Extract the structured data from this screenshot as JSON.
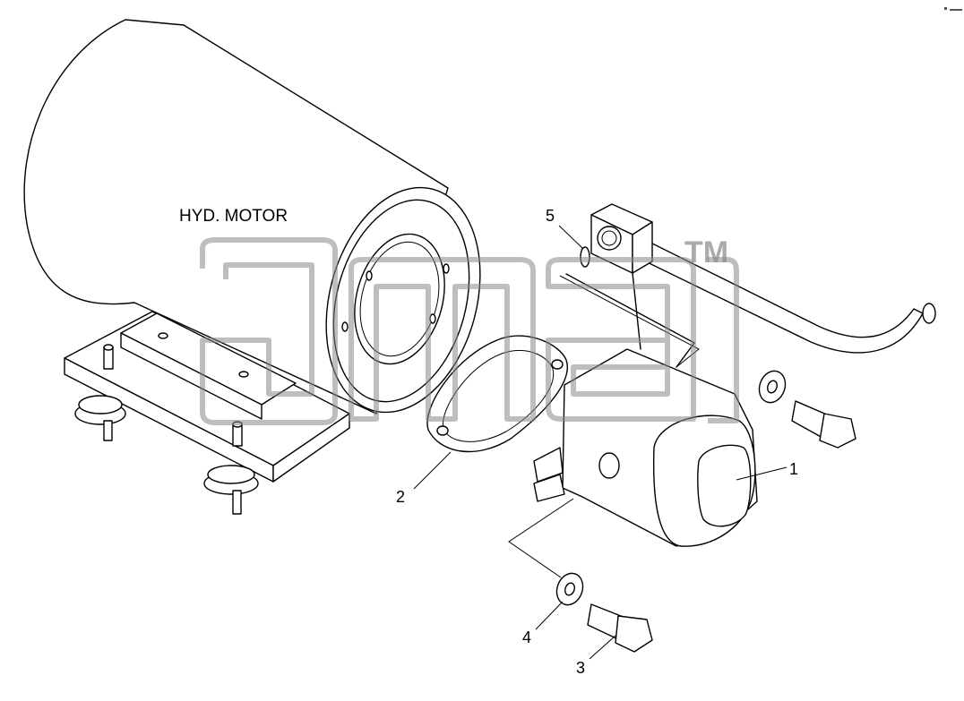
{
  "diagram": {
    "component_label": "HYD. MOTOR",
    "callouts": [
      {
        "id": "1",
        "label": "1"
      },
      {
        "id": "2",
        "label": "2"
      },
      {
        "id": "3",
        "label": "3"
      },
      {
        "id": "4",
        "label": "4"
      },
      {
        "id": "5",
        "label": "5"
      }
    ]
  },
  "watermark": {
    "trademark": "TM"
  },
  "colors": {
    "line": "#000000",
    "watermark": "#888888",
    "background": "#ffffff"
  }
}
